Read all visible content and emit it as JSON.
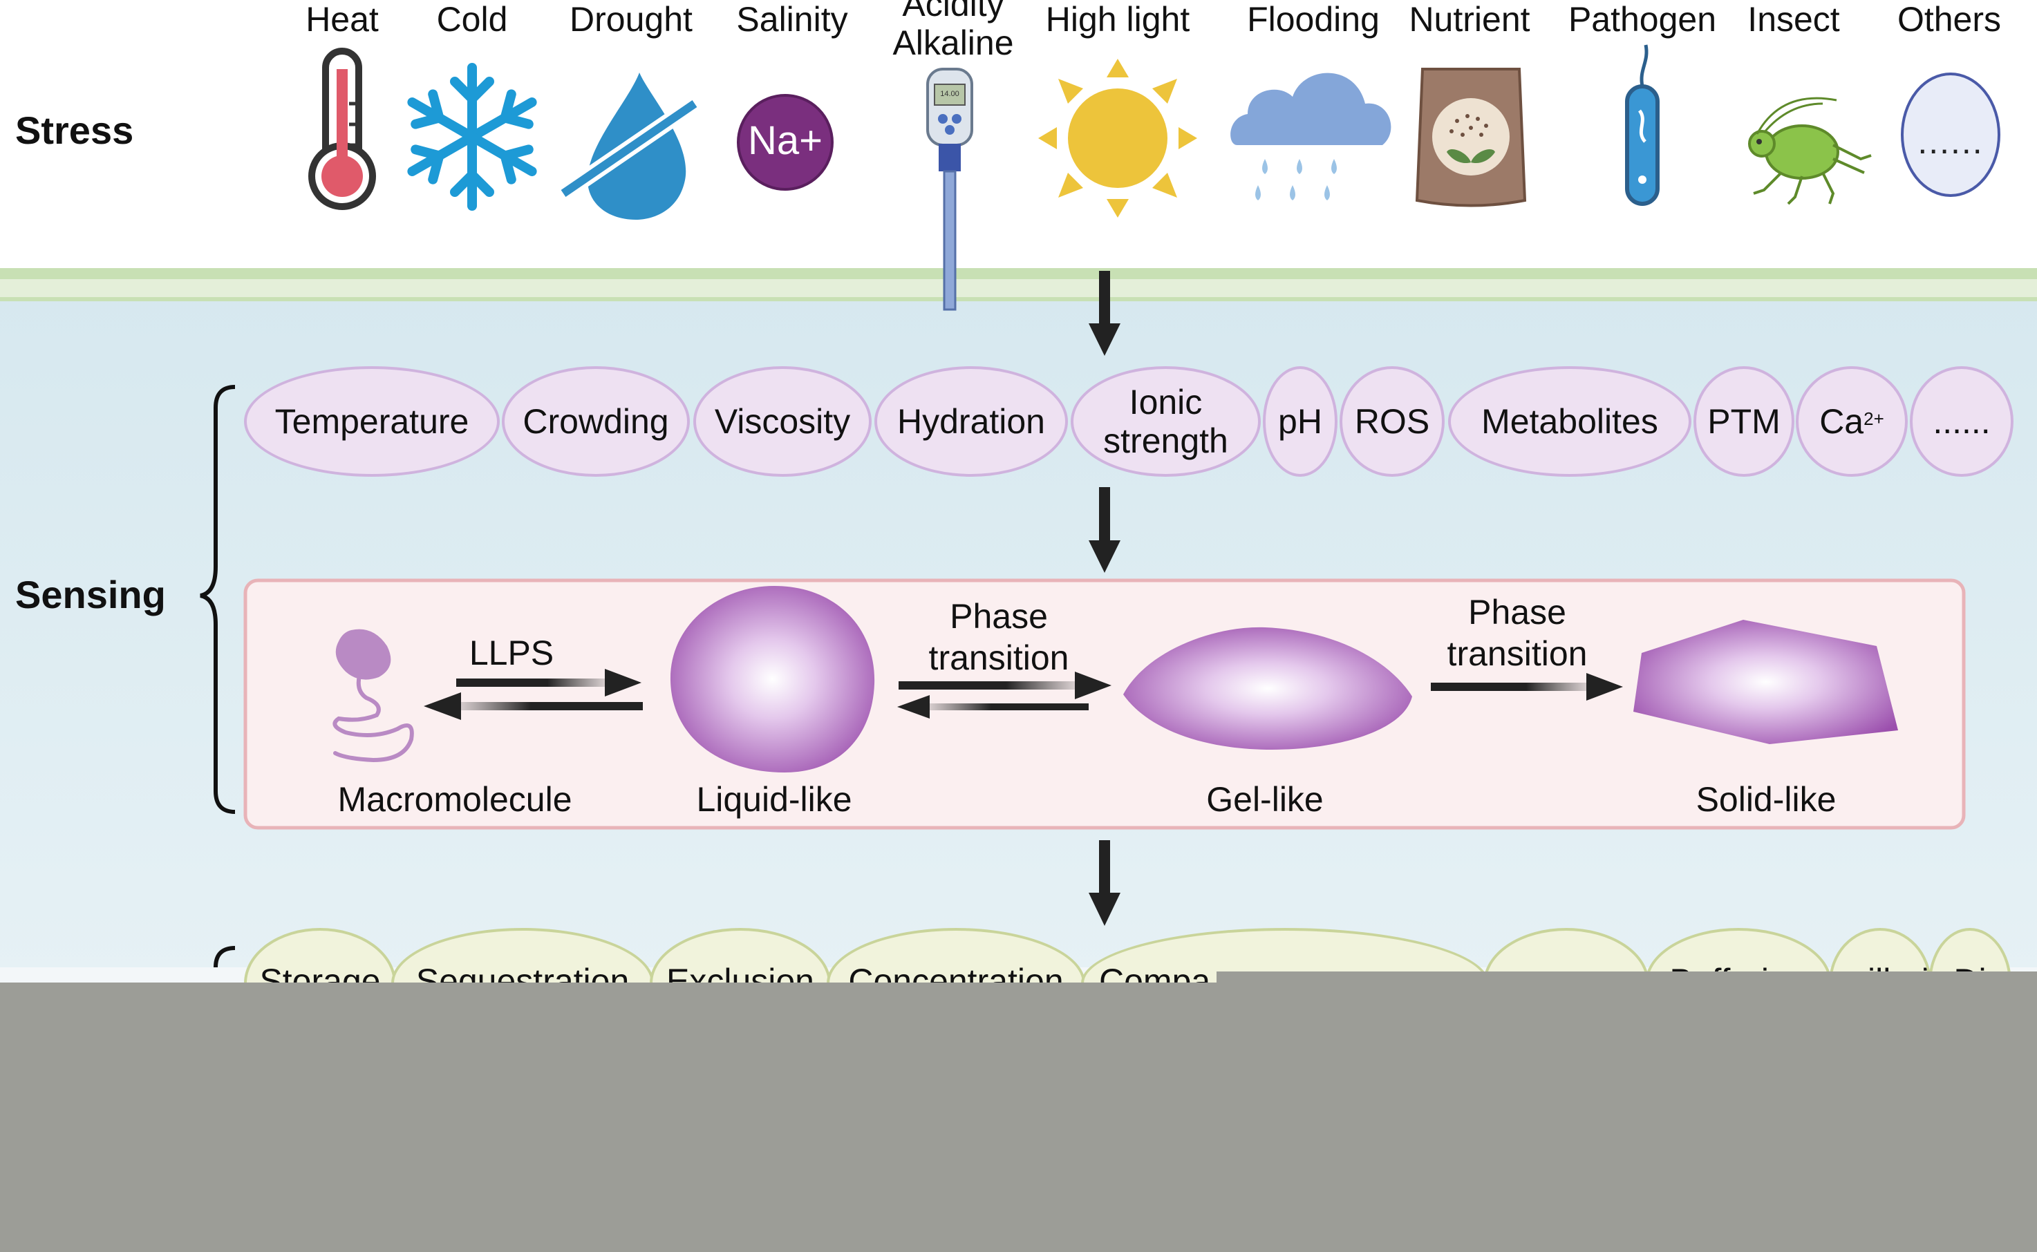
{
  "stress": {
    "row_label": "Stress",
    "items": [
      {
        "label": "Heat",
        "icon": "thermometer-icon"
      },
      {
        "label": "Cold",
        "icon": "snowflake-icon"
      },
      {
        "label": "Drought",
        "icon": "no-water-drop-icon"
      },
      {
        "label": "Salinity",
        "icon": "sodium-ion-icon",
        "icon_text": "Na+"
      },
      {
        "label": "Acidity\nAlkaline",
        "icon": "ph-meter-icon",
        "meter_text": "14.00"
      },
      {
        "label": "High light",
        "icon": "sun-icon"
      },
      {
        "label": "Flooding",
        "icon": "rain-cloud-icon"
      },
      {
        "label": "Nutrient",
        "icon": "fertilizer-bag-icon"
      },
      {
        "label": "Pathogen",
        "icon": "bacterium-icon"
      },
      {
        "label": "Insect",
        "icon": "aphid-icon"
      },
      {
        "label": "Others",
        "icon": "ellipsis-oval-icon",
        "icon_text": "......"
      }
    ]
  },
  "sensing": {
    "row_label": "Sensing",
    "factors": [
      {
        "text": "Temperature"
      },
      {
        "text": "Crowding"
      },
      {
        "text": "Viscosity"
      },
      {
        "text": "Hydration"
      },
      {
        "text": "Ionic\nstrength"
      },
      {
        "text": "pH"
      },
      {
        "text": "ROS"
      },
      {
        "text": "Metabolites"
      },
      {
        "text": "PTM"
      },
      {
        "text": "Ca",
        "sup": "2+"
      },
      {
        "text": "......"
      }
    ],
    "states": {
      "macromolecule": "Macromolecule",
      "liquid": "Liquid-like",
      "gel": "Gel-like",
      "solid": "Solid-like"
    },
    "transitions": {
      "llps": "LLPS",
      "phase1": "Phase\ntransition",
      "phase2": "Phase\ntransition"
    }
  },
  "functions": {
    "items": [
      "Storage",
      "Sequestration",
      "Exclusion",
      "Concentration",
      "Compa",
      "",
      "Buffering",
      "Capillarity",
      "Di",
      ""
    ]
  },
  "colors": {
    "sensing_bg": "#dcebf0",
    "factor_fill": "#eee1f2",
    "factor_border": "#cfb3de",
    "condensate_panel": "#fbeff0",
    "condensate_border": "#e8b3b8",
    "droplet": "#a45fb3",
    "function_fill": "#f1f3dc",
    "function_border": "#c9d49a",
    "occluder": "#9c9d97"
  }
}
